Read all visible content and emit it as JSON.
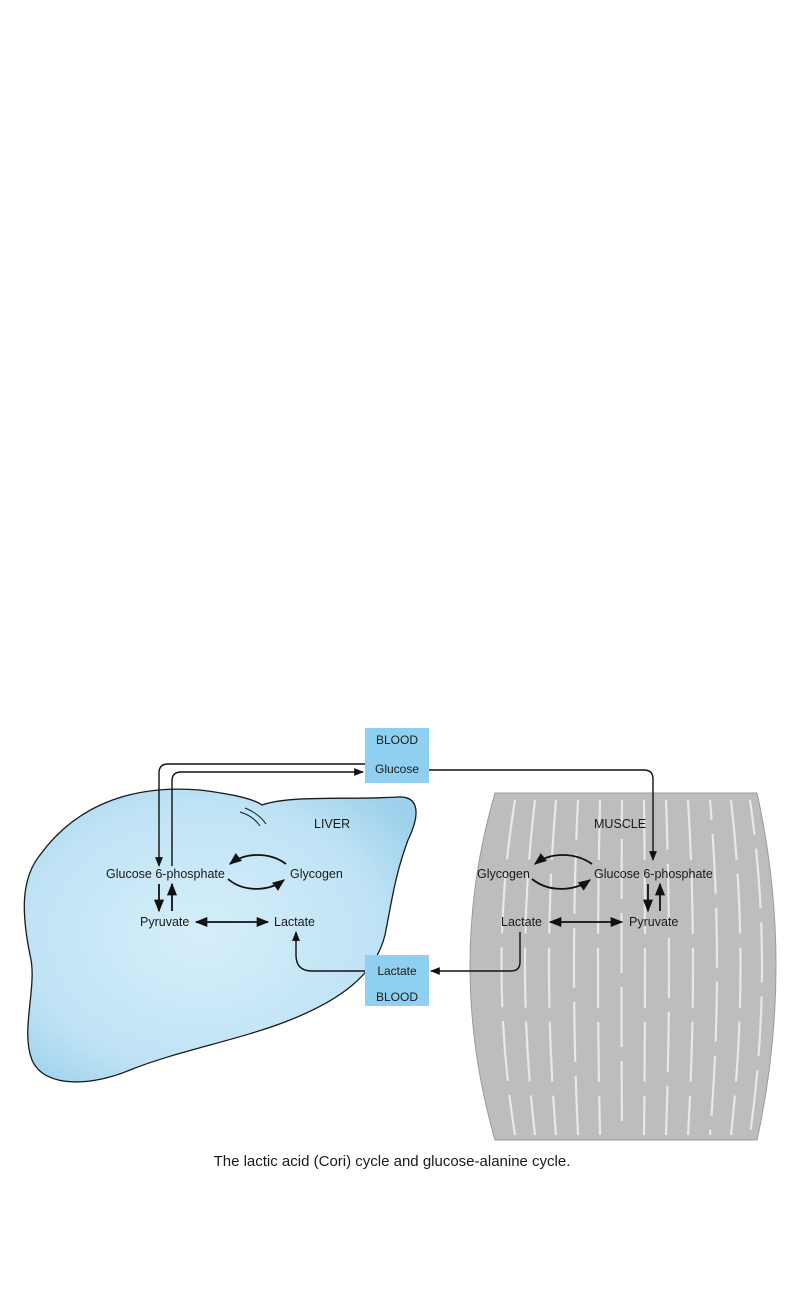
{
  "blood_top": {
    "title": "BLOOD",
    "label": "Glucose"
  },
  "blood_bottom": {
    "label": "Lactate",
    "title": "BLOOD"
  },
  "liver": {
    "title": "LIVER",
    "glucose6p": "Glucose 6-phosphate",
    "glycogen": "Glycogen",
    "pyruvate": "Pyruvate",
    "lactate": "Lactate"
  },
  "muscle": {
    "title": "MUSCLE",
    "glycogen": "Glycogen",
    "glucose6p": "Glucose 6-phosphate",
    "lactate": "Lactate",
    "pyruvate": "Pyruvate"
  },
  "caption": "The lactic acid (Cori) cycle and glucose-alanine cycle.",
  "colors": {
    "liver_fill": "#b9dff2",
    "blood_box": "#8fd0f0",
    "muscle_fill": "#bdbdbd",
    "muscle_stripe": "#e8e8e8"
  }
}
